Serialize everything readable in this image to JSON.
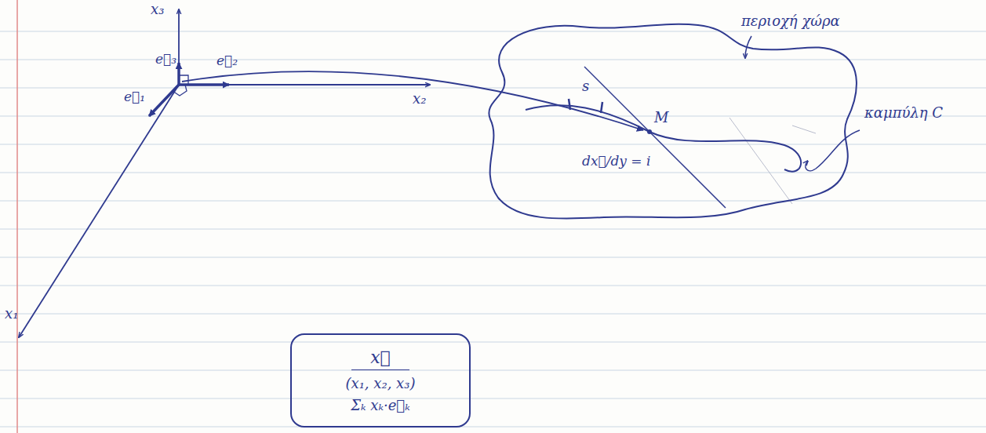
{
  "diagram": {
    "nodes": [
      {
        "text": [
          "περιοχή χώρα"
        ]
      },
      {
        "text": [
          "x⃗",
          "(x₁, x₂, x₃)",
          "Σₖ xₖ·e⃗ₖ"
        ]
      }
    ],
    "labels": [
      "x₃",
      "e⃗₃",
      "e⃗₂",
      "e⃗₁",
      "x₂",
      "x₁",
      "s",
      "M",
      "dx⃗/dy = i",
      "καμπύλη C"
    ]
  }
}
